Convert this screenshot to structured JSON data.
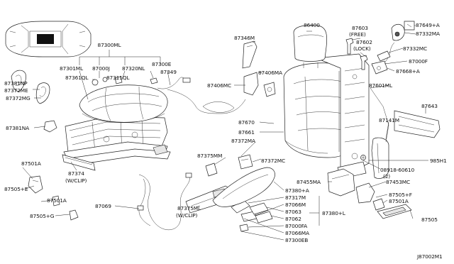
{
  "diagram_id": "J87002M1",
  "labels": {
    "l86400": "86400",
    "l87603": "87603",
    "l87603_note": "(FREE)",
    "l87602": "87602",
    "l87602_note": "(LOCK)",
    "l87649A": "87649+A",
    "l87332MA": "87332MA",
    "l87332MC": "87332MC",
    "l87000F": "87000F",
    "l87668A": "87668+A",
    "l87601ML": "87601ML",
    "l87643": "87643",
    "l87141M": "87141M",
    "l985H1": "985H1",
    "l08918": "08918-60610",
    "l08918_qty": "(2)",
    "l87346M": "87346M",
    "l87406MA": "87406MA",
    "l87406MC": "87406MC",
    "l87670": "87670",
    "l87661": "87661",
    "l87372MA": "87372MA",
    "l87372MC": "87372MC",
    "l87375MM": "87375MM",
    "l87455MA": "87455MA",
    "l87453MC": "87453MC",
    "l87505F": "87505+F",
    "l87501A_r": "87501A",
    "l87505": "87505",
    "l87380A": "87380+A",
    "l87317M": "87317M",
    "l87066M": "87066M",
    "l87063": "87063",
    "l87062": "87062",
    "l87380L": "87380+L",
    "l87000FA": "87000FA",
    "l87066MA": "87066MA",
    "l87300EB": "87300EB",
    "l87300ML": "87300ML",
    "l87301ML": "87301ML",
    "l87000J": "87000J",
    "l87320NL": "87320NL",
    "l87300E": "87300E",
    "l87349": "87349",
    "l87361QL": "87361QL",
    "l87311QL": "87311QL",
    "l87381NP": "87381NP",
    "l87372ME": "87372ME",
    "l87372MG": "87372MG",
    "l87381NA": "87381NA",
    "l87501A_l": "87501A",
    "l87374": "87374",
    "l87374_note": "(W/CLIP)",
    "l87505E": "87505+E",
    "l87501A_m": "87501A",
    "l87505G": "87505+G",
    "l87069": "87069",
    "l87375ML": "87375ML",
    "l87375ML_note": "(W/CLIP)"
  },
  "colors": {
    "ink": "#111111",
    "line": "#222222",
    "background": "#ffffff",
    "shade": "#e6e6e6"
  },
  "icons": {
    "car_overview": "car-top-view-icon",
    "bolt": "bolt-icon"
  }
}
